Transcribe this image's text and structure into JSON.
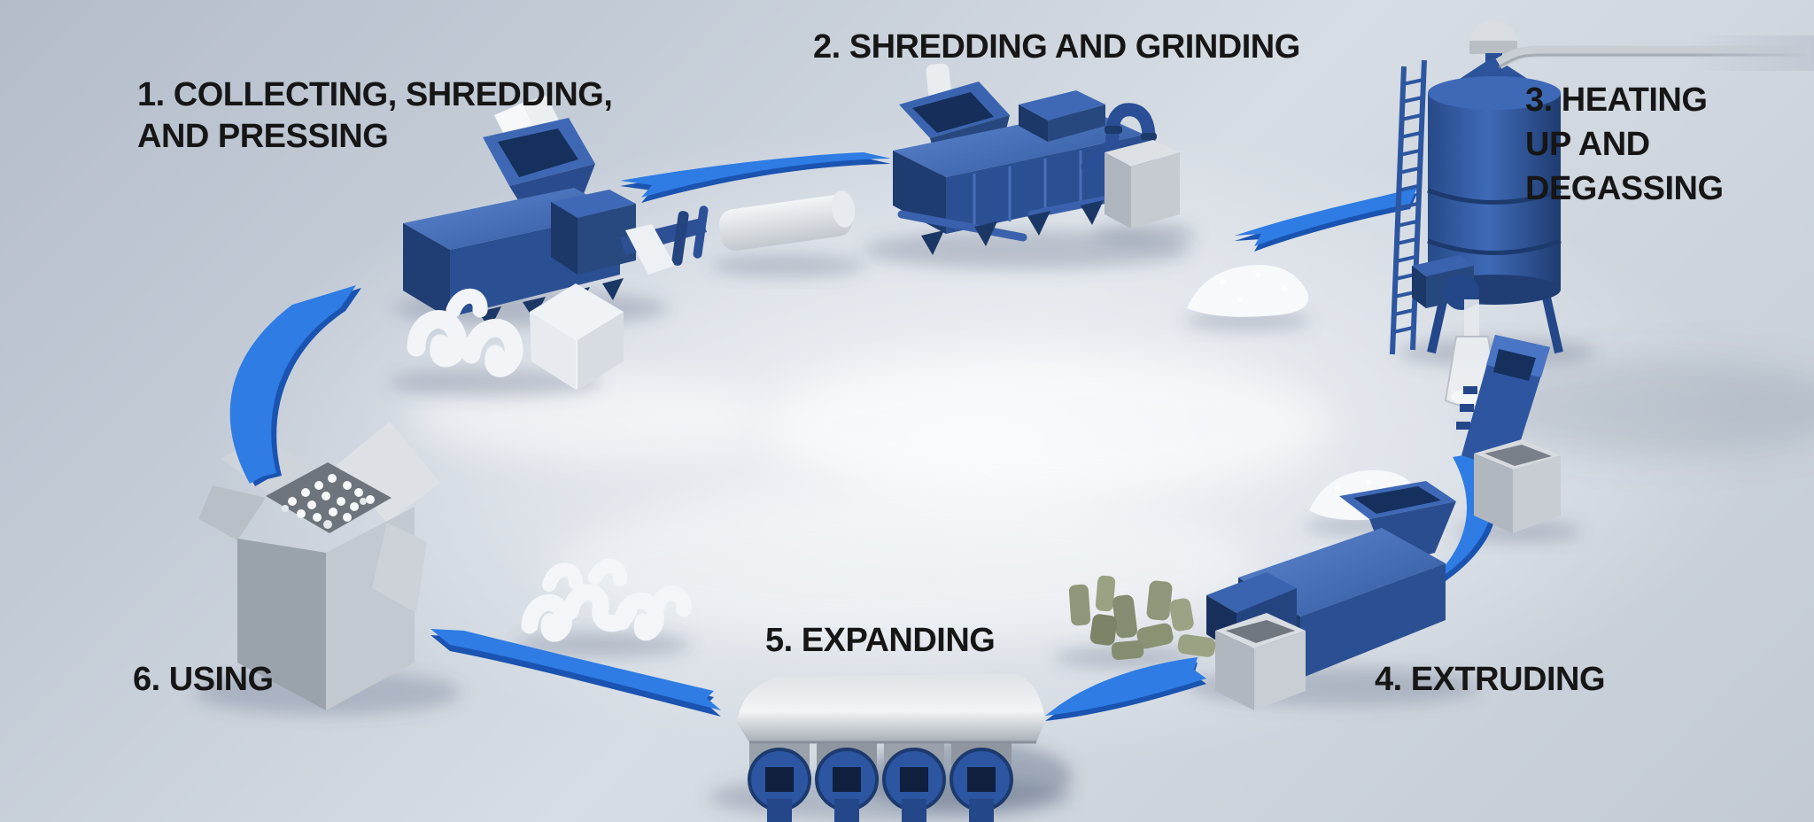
{
  "diagram": {
    "steps": [
      {
        "num": "1",
        "label": "1. COLLECTING, SHREDDING,\nAND PRESSING"
      },
      {
        "num": "2",
        "label": "2. SHREDDING AND GRINDING"
      },
      {
        "num": "3",
        "label": "3. HEATING\nUP AND\nDEGASSING"
      },
      {
        "num": "4",
        "label": "4. EXTRUDING"
      },
      {
        "num": "5",
        "label": "5. EXPANDING"
      },
      {
        "num": "6",
        "label": "6. USING"
      }
    ],
    "colors": {
      "arrow_blue": "#2e7ce4",
      "machine_blue": "#2b4f96",
      "machine_blue_dark": "#1d3a6e",
      "machine_blue_light": "#4672c2",
      "steel_grey": "#c6ccd3",
      "foam_white": "#f3f5f8",
      "pellet_green": "#8d9678",
      "background_grey": "#ccd3dc",
      "text_black": "#161616"
    }
  }
}
